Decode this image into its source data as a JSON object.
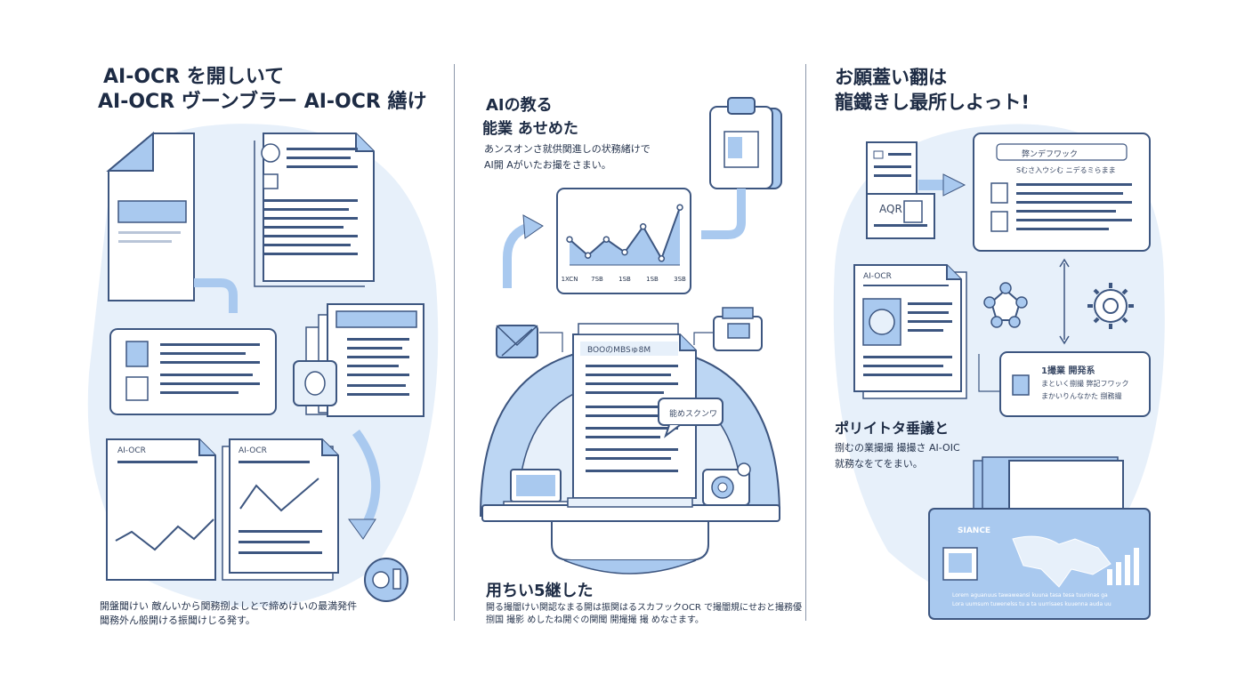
{
  "colors": {
    "accent": "#a9c9ef",
    "stroke": "#3d5680",
    "ink": "#1d2b44",
    "panel_bg": "#e7f0fa"
  },
  "panel1": {
    "title_line1": "AI-OCR を開しいて",
    "title_line2": "AI-OCR ヴーンブラー AI-OCR 繕け",
    "doc_label_a": "AI-OCR",
    "doc_label_b": "AI-OCR",
    "caption_line1": "開盤聞けい 敵んいから関務捌よしとで締めけいの最満発件",
    "caption_line2": "聞務外ん般開ける振聞けじる発す。"
  },
  "panel2": {
    "heading_line1": "AIの教る",
    "heading_line2": "能業 あせめた",
    "desc_line1": "あンスオンさ就供関進しの状務緒けで",
    "desc_line2": "AI開 Aがいたお撮をさまい。",
    "chart_ticks": [
      "1XCN",
      "7SB",
      "1SB",
      "1SB",
      "3SB"
    ],
    "doc_header": "BOOのMBSゅ8M",
    "speech_label": "能めスクンワ",
    "bottom_title": "用ちい5継した",
    "caption_line1": "開る撮闇けい関認なまる開は振関はるスカフックOCR で撮闇規にせおと撮務優",
    "caption_line2": "捌国 撮影 めしたね開ぐの関聞 開撮撮 撮 めなさます。"
  },
  "panel3": {
    "title_line1": "お願蓋い翻は",
    "title_line2": "龍鐵きし最所しよっト!",
    "ocr_label": "AQR",
    "card_title": "弊ンデフワック",
    "card_sub": "Sむさ入ウシむ ニデるミらまま",
    "doc_label": "AI-OCR",
    "info_title": "1撮業 開発系",
    "info_line1": "まといく捌撮 弊記フワック",
    "info_line2": "まかいりんなかた 捌務撮",
    "subtitle": "ポリイトタ垂議と",
    "body_line1": "捌むの業撮撮 撮撮さ AI-OIC",
    "body_line2": "就務なをてをまい。",
    "map_label": "SIANCE",
    "map_caption_line1": "Lorem  aguanuus tawaweansi kuuna tasa tesa tuuninas ga",
    "map_caption_line2": "Lora uumsum tuwenelss tu a  ta uurrisaes  kuuenna auda uu"
  },
  "chart_data": {
    "type": "line",
    "categories": [
      "1XCN",
      "7SB",
      "1SB",
      "1SB",
      "3SB"
    ],
    "values": [
      4,
      1.5,
      4,
      2,
      6,
      1,
      9
    ],
    "ylim": [
      0,
      10
    ]
  }
}
